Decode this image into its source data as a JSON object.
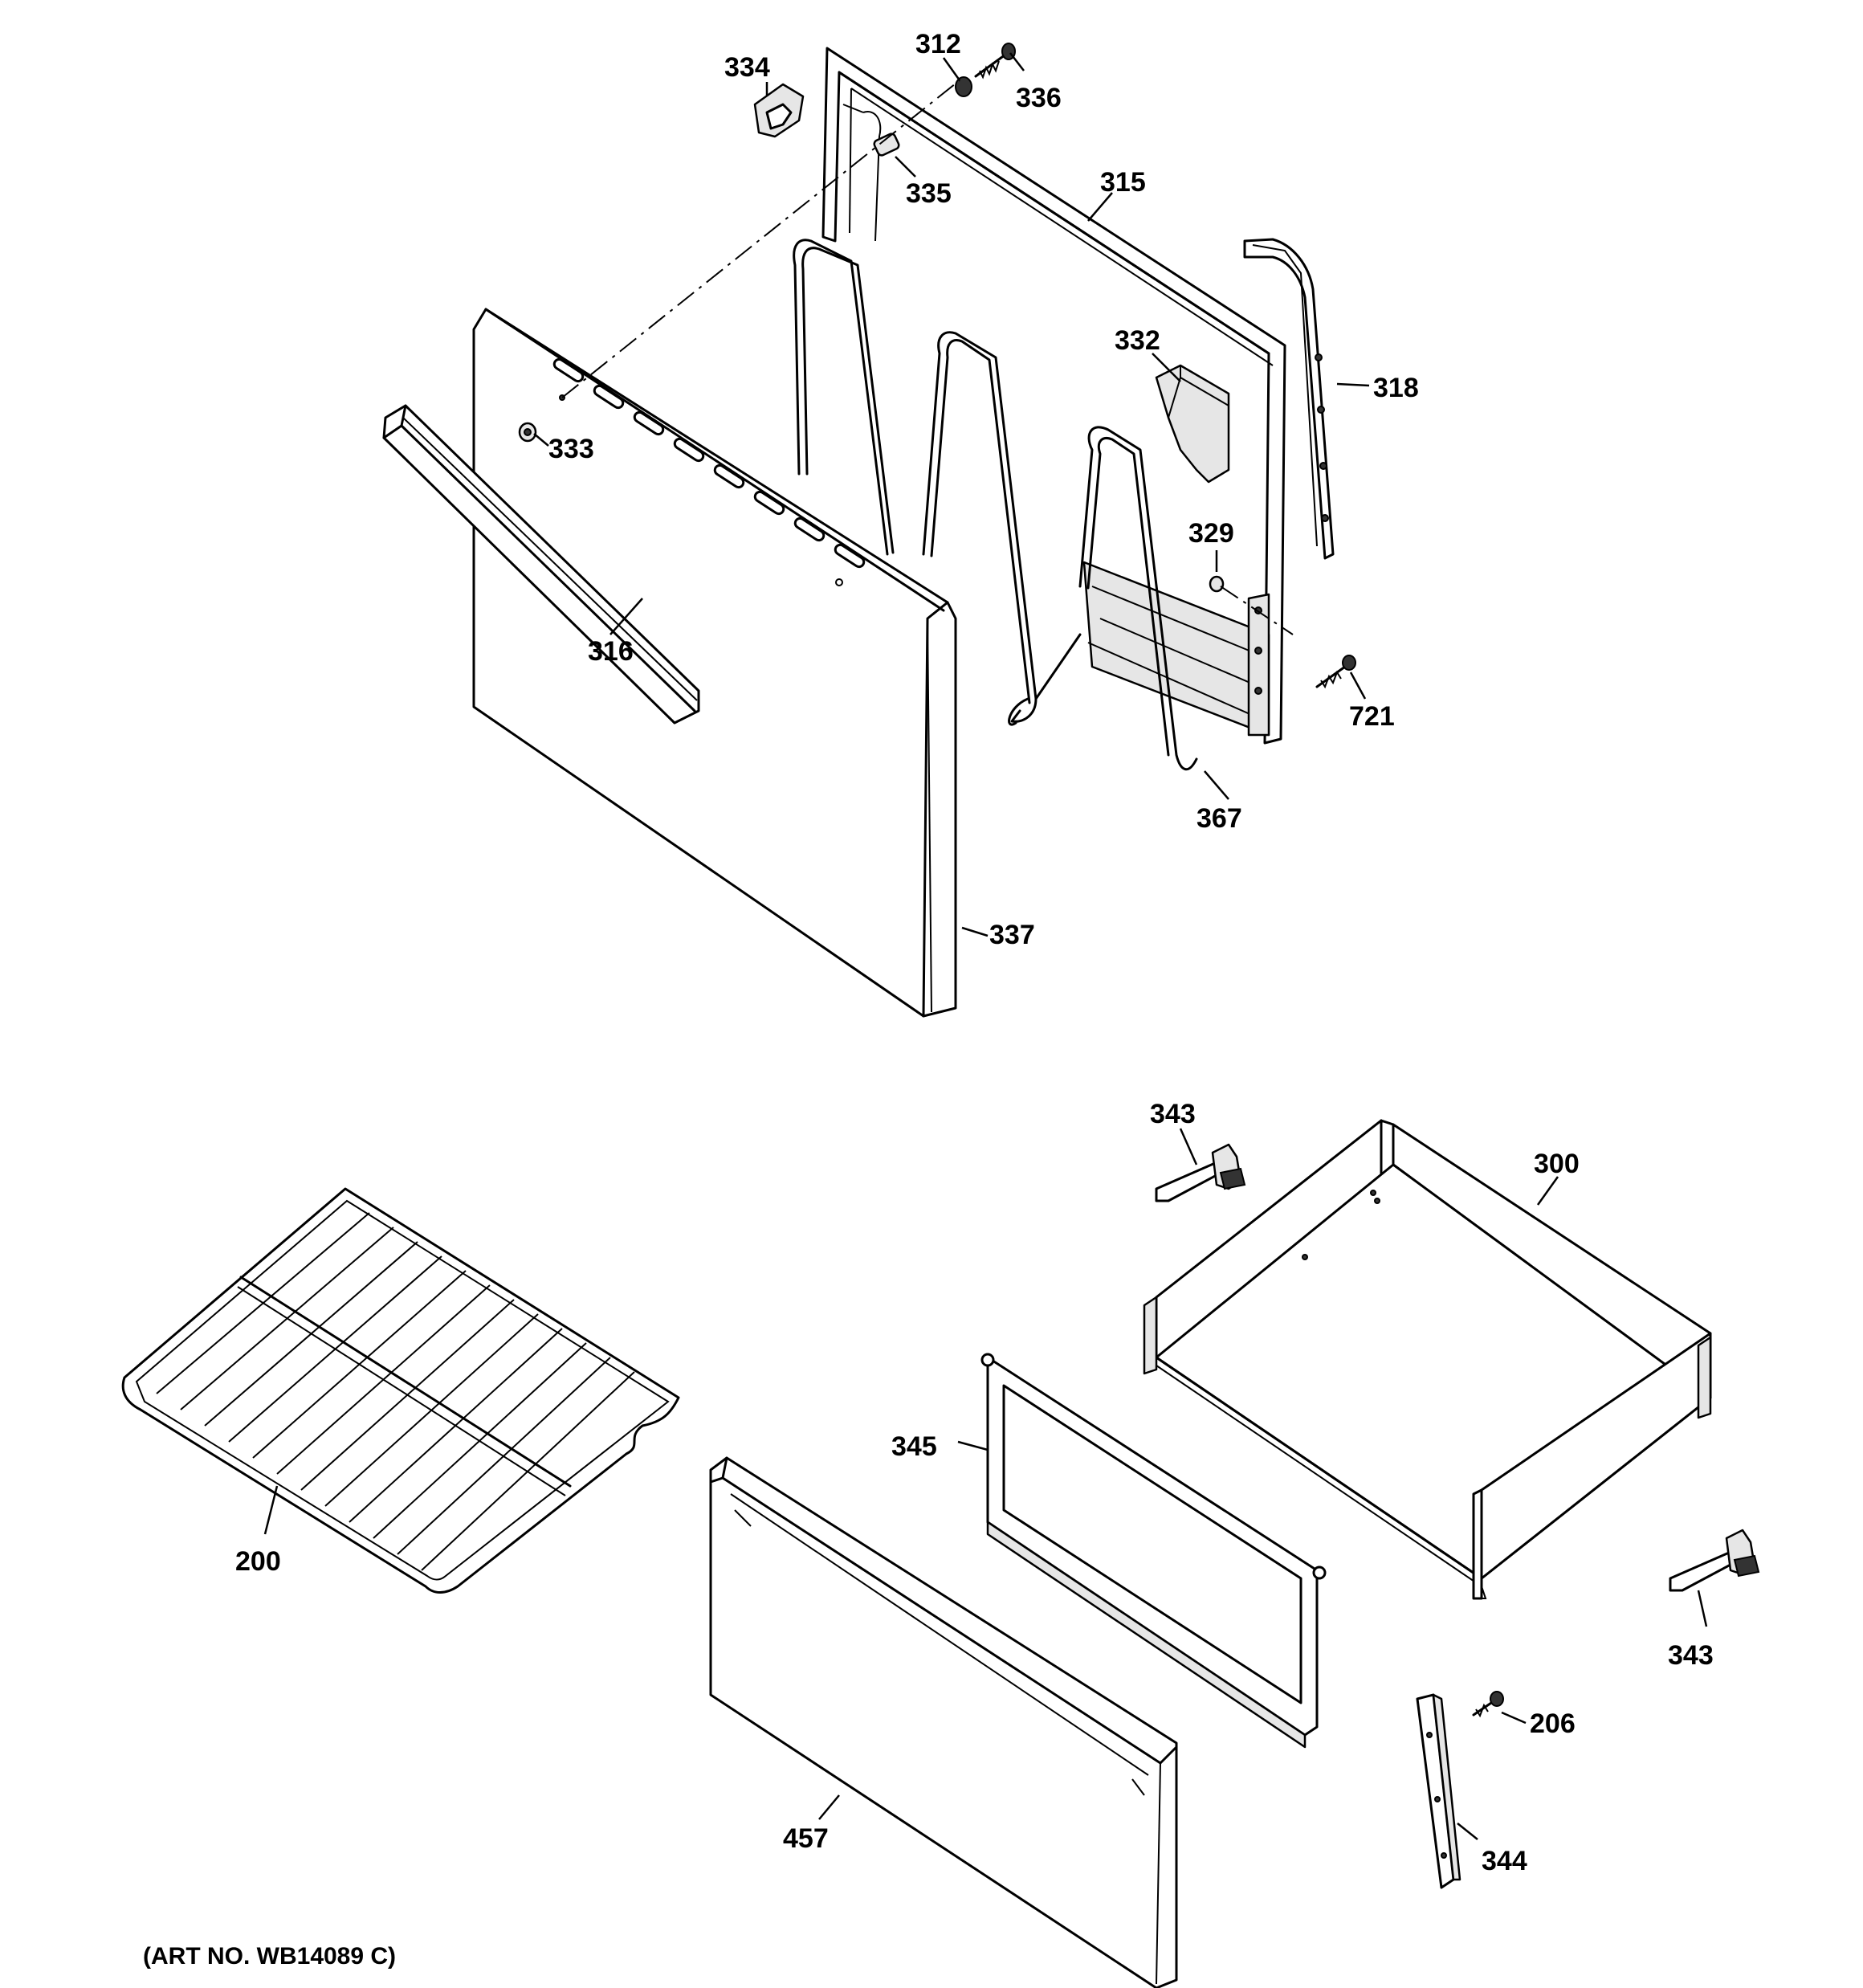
{
  "parts": {
    "p312": "312",
    "p336": "336",
    "p334": "334",
    "p335": "335",
    "p315": "315",
    "p318": "318",
    "p332": "332",
    "p333": "333",
    "p329": "329",
    "p316": "316",
    "p721": "721",
    "p367": "367",
    "p337": "337",
    "p343a": "343",
    "p300": "300",
    "p345": "345",
    "p200": "200",
    "p343b": "343",
    "p206": "206",
    "p457": "457",
    "p344": "344"
  },
  "art_number": "(ART NO. WB14089 C)"
}
